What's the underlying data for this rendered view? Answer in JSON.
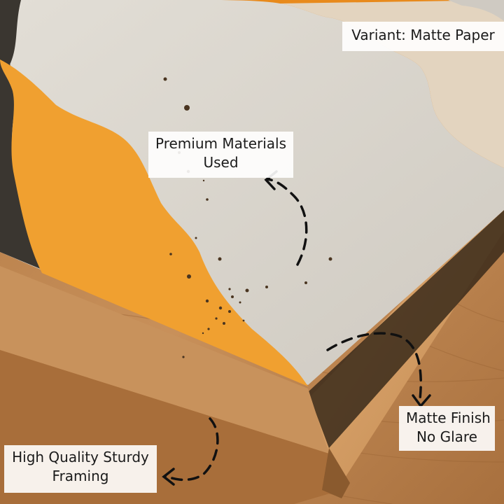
{
  "labels": {
    "variant": "Variant: Matte Paper",
    "premium": [
      "Premium Materials",
      "Used"
    ],
    "matte": [
      "Matte Finish",
      "No Glare"
    ],
    "framing": [
      "High Quality Sturdy",
      "Framing"
    ]
  },
  "colors": {
    "wood_light": "#c8905a",
    "wood_dark": "#a8703e",
    "paper": "#dcd8d0",
    "orange_light": "#f0a030",
    "orange_deep": "#e88a1c",
    "charcoal": "#3a3630",
    "frame_edge": "#d49c64",
    "shadow": "#2a2218",
    "arrow": "#111111"
  }
}
